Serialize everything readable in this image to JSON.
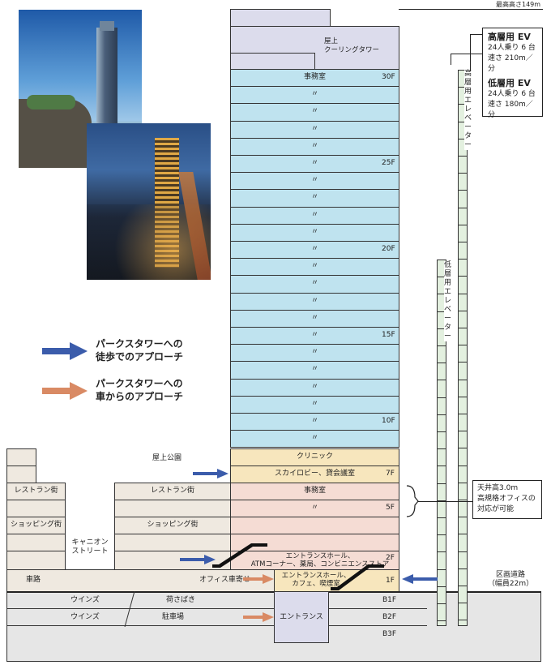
{
  "header": {
    "max_height": "最高高さ149m"
  },
  "roof": {
    "cooling_tower": "屋上\nクーリングタワー"
  },
  "floors": {
    "office_30": "事務室",
    "floor_30": "30F",
    "ditto": "〃",
    "floor_25": "25F",
    "floor_20": "20F",
    "floor_15": "15F",
    "floor_10": "10F",
    "clinic": "クリニック",
    "skylobby": "スカイロビー、貸会議室",
    "floor_7": "7F",
    "office_6": "事務室",
    "floor_5": "5F",
    "entrance_hall_2": "エントランスホール、\nATMコーナー、薬局、コンビニエンスストア",
    "floor_2": "2F",
    "entrance_hall_1": "エントランスホール、\nカフェ、喫煙室",
    "floor_1": "1F",
    "floor_b1": "B1F",
    "floor_b2": "B2F",
    "floor_b3": "B3F",
    "entrance": "エントランス"
  },
  "podium": {
    "rooftop_park": "屋上公園",
    "restaurant_left": "レストラン街",
    "restaurant_mid": "レストラン街",
    "shopping_left": "ショッピング街",
    "shopping_mid": "ショッピング街",
    "canyon_street": "キャニオン\nストリート",
    "road": "車路",
    "office_drop": "オフィス車寄せ",
    "winds_1": "ウインズ",
    "winds_2": "ウインズ",
    "loading": "荷さばき",
    "parking": "駐車場"
  },
  "elevators": {
    "high_label": "高層用エレベーター",
    "low_label": "低層用エレベーター"
  },
  "ev_callout": {
    "high_title": "高層用 EV",
    "high_cap": "24人乗り 6 台",
    "high_speed": "速さ 210m／分",
    "low_title": "低層用 EV",
    "low_cap": "24人乗り 6 台",
    "low_speed": "速さ 180m／分"
  },
  "ceiling_callout": {
    "line1": "天井高3.0m",
    "line2": "高規格オフィスの",
    "line3": "対応が可能"
  },
  "road_label": "区画道路\n（幅員22m）",
  "legend": {
    "walk": "パークスタワーへの\n徒歩でのアプローチ",
    "car": "パークスタワーへの\n車からのアプローチ",
    "walk_color": "#3b5cab",
    "car_color": "#d98a64"
  },
  "colors": {
    "office_blue": "#bfe3ef",
    "podium_pink": "#f5dcd4",
    "podium_yellow": "#f7e6bd",
    "podium_beige": "#efe9e0",
    "roof_lavender": "#dcdcec",
    "elevator_green": "#e3f0df",
    "basement_grey": "#e6e6e6"
  }
}
